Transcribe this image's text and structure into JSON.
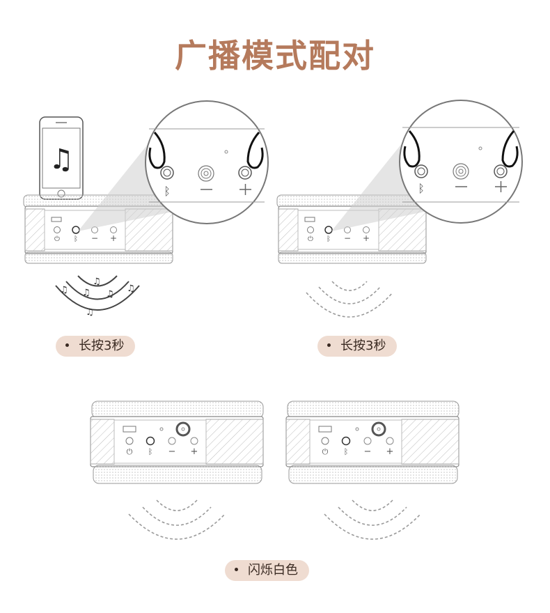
{
  "title": "广播模式配对",
  "labels": {
    "step_left": "长按3秒",
    "step_right": "长按3秒",
    "blink": "闪烁白色"
  },
  "icons": {
    "music": "music-note-icon",
    "bluetooth": "bluetooth-icon",
    "power": "power-icon",
    "minus": "minus-icon",
    "plus": "plus-icon",
    "finger": "finger-press-icon",
    "wave": "sound-wave-icon"
  },
  "colors": {
    "title": "#b57a5c",
    "pill_bg": "#efdcd1",
    "line": "#8c8c8c"
  }
}
